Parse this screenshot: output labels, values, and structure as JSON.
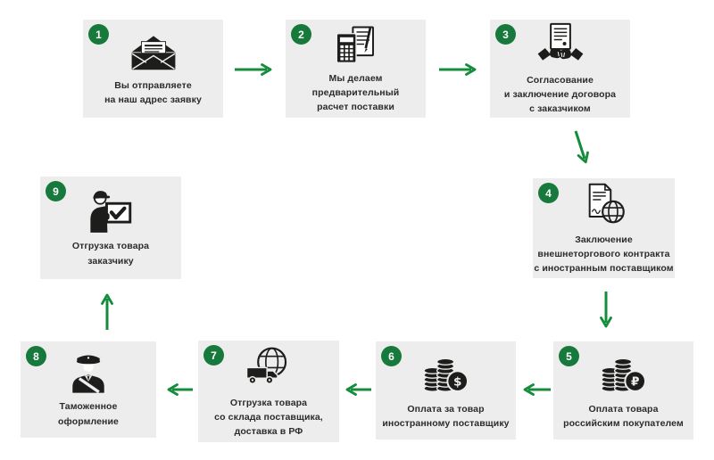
{
  "diagram": {
    "type": "flowchart",
    "language": "ru",
    "colors": {
      "arrow": "#148c3c",
      "badge": "#17793b",
      "card_bg": "#ededed",
      "text": "#2b2b2b",
      "icon": "#1d1d1b",
      "background": "#ffffff"
    },
    "steps": [
      {
        "number": "1",
        "label": "Вы отправляете\nна наш адрес заявку",
        "icon": "envelope-icon"
      },
      {
        "number": "2",
        "label": "Мы делаем\nпредварительный\nрасчет поставки",
        "icon": "calculator-document-icon"
      },
      {
        "number": "3",
        "label": "Согласование\nи заключение договора\nс заказчиком",
        "icon": "contract-handshake-icon"
      },
      {
        "number": "4",
        "label": "Заключение\nвнешнеторгового контракта\nс иностранным поставщиком",
        "icon": "contract-globe-icon"
      },
      {
        "number": "5",
        "label": "Оплата товара\nроссийским покупателем",
        "icon": "coins-ruble-icon",
        "currency_symbol": "₽"
      },
      {
        "number": "6",
        "label": "Оплата за товар\nиностранному поставщику",
        "icon": "coins-dollar-icon",
        "currency_symbol": "$"
      },
      {
        "number": "7",
        "label": "Отгрузка товара\nсо склада поставщика,\nдоставка в РФ",
        "icon": "globe-truck-icon"
      },
      {
        "number": "8",
        "label": "Таможенное\nоформление",
        "icon": "customs-officer-icon"
      },
      {
        "number": "9",
        "label": "Отгрузка товара\nзаказчику",
        "icon": "courier-checklist-icon"
      }
    ],
    "connections": [
      "1→2",
      "2→3",
      "3→4",
      "4→5",
      "5→6",
      "6→7",
      "7→8",
      "8→9"
    ]
  }
}
